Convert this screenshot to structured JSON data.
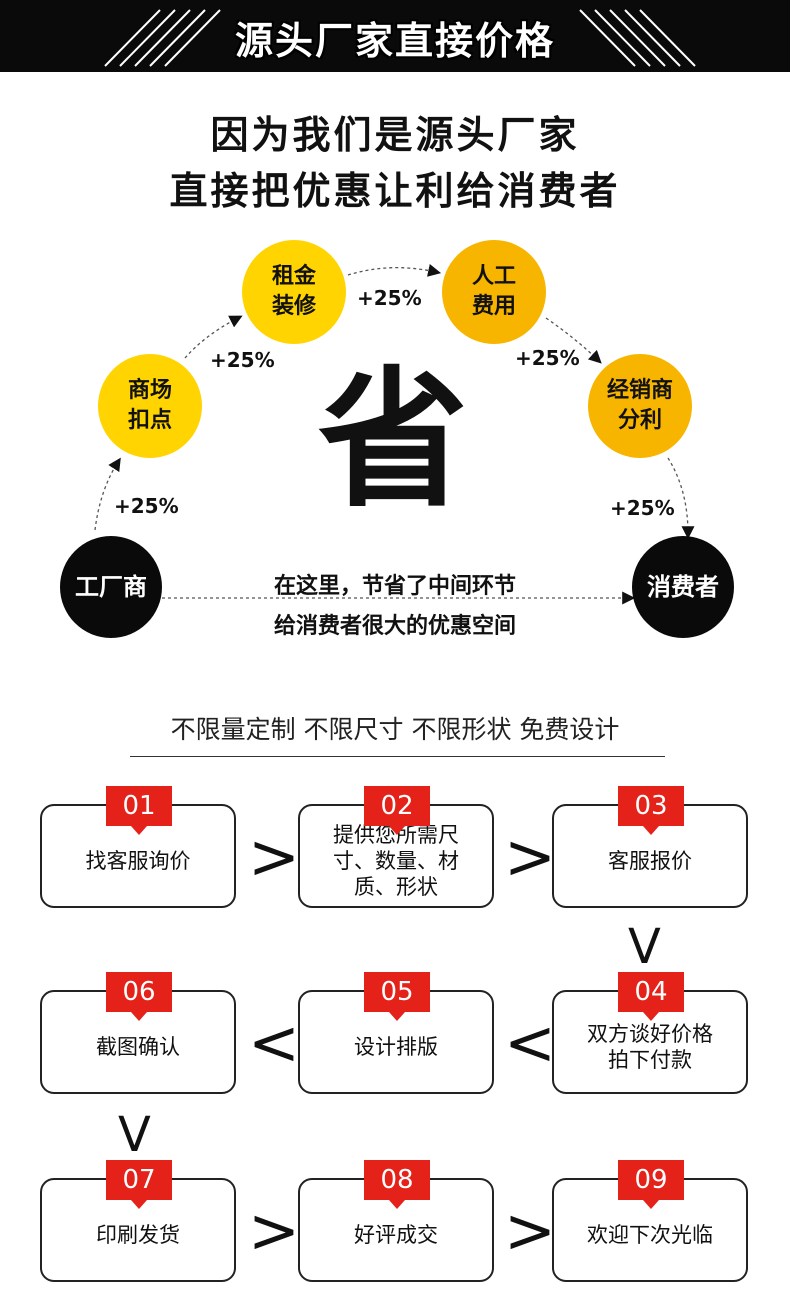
{
  "banner": {
    "title": "源头厂家直接价格"
  },
  "headline": {
    "line1": "因为我们是源头厂家",
    "line2": "直接把优惠让利给消费者"
  },
  "flow": {
    "factory": "工厂商",
    "shop": [
      "商场",
      "扣点"
    ],
    "rent": [
      "租金",
      "装修"
    ],
    "labor": [
      "人工",
      "费用"
    ],
    "dealer": [
      "经销商",
      "分利"
    ],
    "consumer": "消费者",
    "pct": "+25%",
    "center": "省",
    "saving_line1": "在这里，节省了中间环节",
    "saving_line2": "给消费者很大的优惠空间"
  },
  "custom": {
    "subtitle": "不限量定制 不限尺寸 不限形状 免费设计"
  },
  "steps": [
    {
      "num": "01",
      "text": "找客服询价"
    },
    {
      "num": "02",
      "text": "提供您所需尺寸、数量、材质、形状"
    },
    {
      "num": "03",
      "text": "客服报价"
    },
    {
      "num": "04",
      "text": "双方谈好价格拍下付款"
    },
    {
      "num": "05",
      "text": "设计排版"
    },
    {
      "num": "06",
      "text": "截图确认"
    },
    {
      "num": "07",
      "text": "印刷发货"
    },
    {
      "num": "08",
      "text": "好评成交"
    },
    {
      "num": "09",
      "text": "欢迎下次光临"
    }
  ],
  "arrows": {
    "right": ">",
    "left": "<",
    "down": "V"
  }
}
